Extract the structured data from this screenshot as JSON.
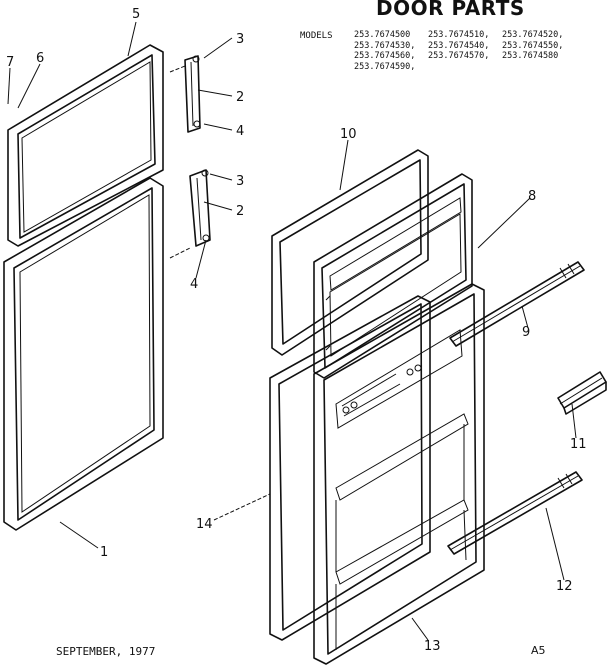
{
  "title": "DOOR PARTS",
  "models_label": "MODELS",
  "models": [
    "253.7674500",
    "253.7674510,",
    "253.7674520,",
    "253.7674530,",
    "253.7674540,",
    "253.7674550,",
    "253.7674560,",
    "253.7674570,",
    "253.7674580",
    "253.7674590,"
  ],
  "callouts": [
    "1",
    "2",
    "2",
    "3",
    "3",
    "4",
    "4",
    "5",
    "6",
    "7",
    "8",
    "9",
    "10",
    "11",
    "12",
    "13",
    "14"
  ],
  "footer": {
    "date": "SEPTEMBER, 1977",
    "page": "A5"
  }
}
